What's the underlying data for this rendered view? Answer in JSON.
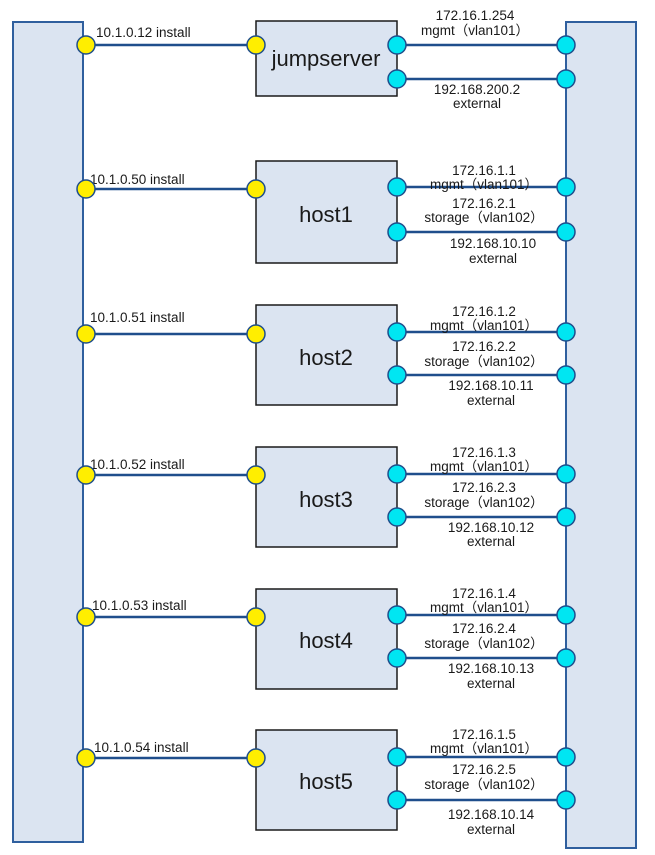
{
  "colors": {
    "bar_fill": "#dbe4f1",
    "bar_stroke": "#2f5f9e",
    "host_fill": "#dbe4f1",
    "line": "#1f4e8c",
    "install_port": "#ffee00",
    "data_port": "#00e6f2",
    "port_stroke": "#1f4e8c"
  },
  "hosts": [
    {
      "name": "jumpserver",
      "install_label": "10.1.0.12 install",
      "networks": [
        {
          "ip": "172.16.1.254",
          "name": "mgmt（vlan101）"
        },
        {
          "ip": "192.168.200.2",
          "name": "external"
        }
      ]
    },
    {
      "name": "host1",
      "install_label": "10.1.0.50 install",
      "networks": [
        {
          "ip": "172.16.1.1",
          "name": "mgmt（vlan101）"
        },
        {
          "ip": "172.16.2.1",
          "name": "storage（vlan102）"
        },
        {
          "ip": "192.168.10.10",
          "name": "external"
        }
      ]
    },
    {
      "name": "host2",
      "install_label": "10.1.0.51 install",
      "networks": [
        {
          "ip": "172.16.1.2",
          "name": "mgmt（vlan101）"
        },
        {
          "ip": "172.16.2.2",
          "name": "storage（vlan102）"
        },
        {
          "ip": "192.168.10.11",
          "name": "external"
        }
      ]
    },
    {
      "name": "host3",
      "install_label": "10.1.0.52 install",
      "networks": [
        {
          "ip": "172.16.1.3",
          "name": "mgmt（vlan101）"
        },
        {
          "ip": "172.16.2.3",
          "name": "storage（vlan102）"
        },
        {
          "ip": "192.168.10.12",
          "name": "external"
        }
      ]
    },
    {
      "name": "host4",
      "install_label": "10.1.0.53 install",
      "networks": [
        {
          "ip": "172.16.1.4",
          "name": "mgmt（vlan101）"
        },
        {
          "ip": "172.16.2.4",
          "name": "storage（vlan102）"
        },
        {
          "ip": "192.168.10.13",
          "name": "external"
        }
      ]
    },
    {
      "name": "host5",
      "install_label": "10.1.0.54 install",
      "networks": [
        {
          "ip": "172.16.1.5",
          "name": "mgmt（vlan101）"
        },
        {
          "ip": "172.16.2.5",
          "name": "storage（vlan102）"
        },
        {
          "ip": "192.168.10.14",
          "name": "external"
        }
      ]
    }
  ]
}
